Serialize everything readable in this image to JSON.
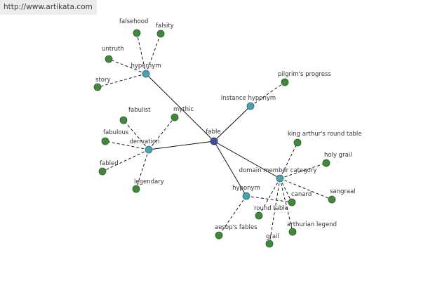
{
  "site_url": "http://www.artikata.com",
  "colors": {
    "center": "#3f4d9e",
    "relation": "#4aa0ad",
    "leaf": "#3f8a3a",
    "edge": "#000000"
  },
  "graph": {
    "center": "fable",
    "relations": [
      {
        "name": "hypernym",
        "leaves": [
          "falsehood",
          "falsity",
          "untruth",
          "story"
        ]
      },
      {
        "name": "instance hyponym",
        "leaves": [
          "pilgrim's progress"
        ]
      },
      {
        "name": "derivation",
        "leaves": [
          "fabulist",
          "mythic",
          "fabulous",
          "fabled",
          "legendary"
        ]
      },
      {
        "name": "domain member category",
        "leaves": [
          "king arthur's round table",
          "holy grail",
          "sangraal",
          "canard",
          "round table",
          "arthurian legend",
          "grail"
        ]
      },
      {
        "name": "hyponym",
        "leaves": [
          "canard",
          "aesop's fables"
        ]
      }
    ]
  }
}
